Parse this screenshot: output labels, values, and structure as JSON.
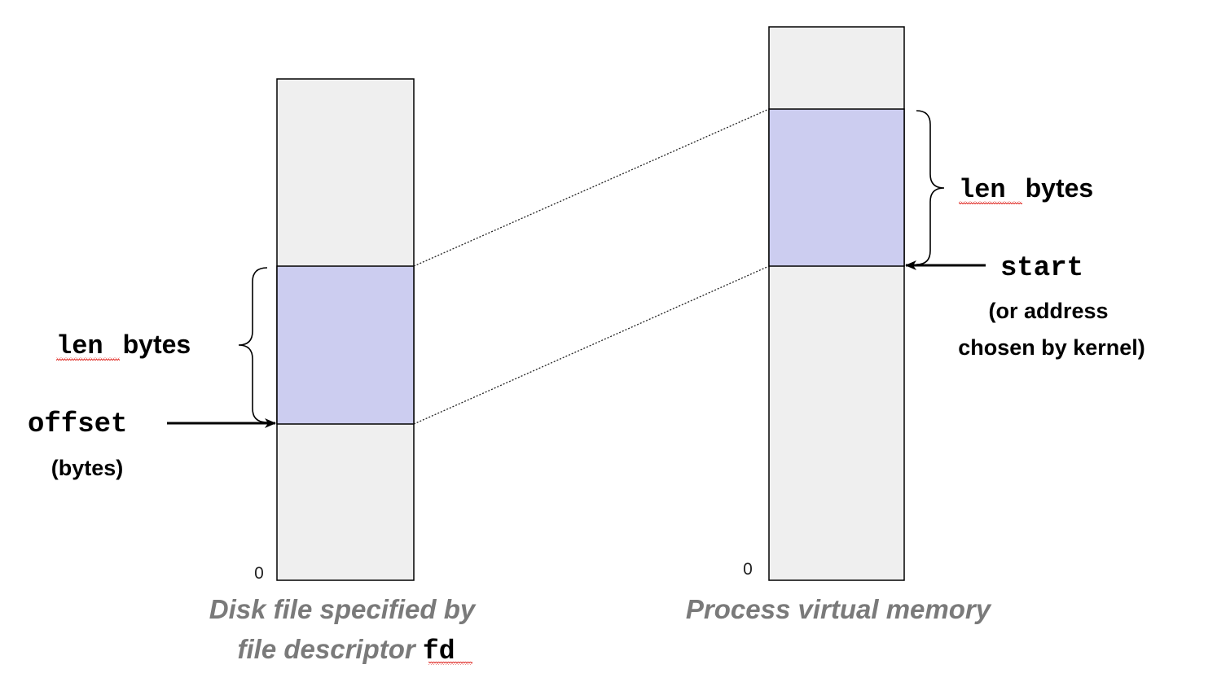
{
  "disk": {
    "len_code": "len",
    "len_word": "bytes",
    "offset_code": "offset",
    "offset_note": "(bytes)",
    "zero": "0",
    "caption_line1": "Disk file specified by",
    "caption_line2_text": "file descriptor ",
    "caption_line2_code": "fd"
  },
  "memory": {
    "len_code": "len",
    "len_word": "bytes",
    "start_code": "start",
    "start_note_line1": "(or address",
    "start_note_line2": "chosen by kernel)",
    "zero": "0",
    "caption": "Process virtual memory"
  },
  "colors": {
    "block_fill": "#efefef",
    "mapped_fill": "#cccdf0",
    "outline": "#000000",
    "caption": "#7a7a7a",
    "spellcheck_underline": "#e0302a"
  }
}
